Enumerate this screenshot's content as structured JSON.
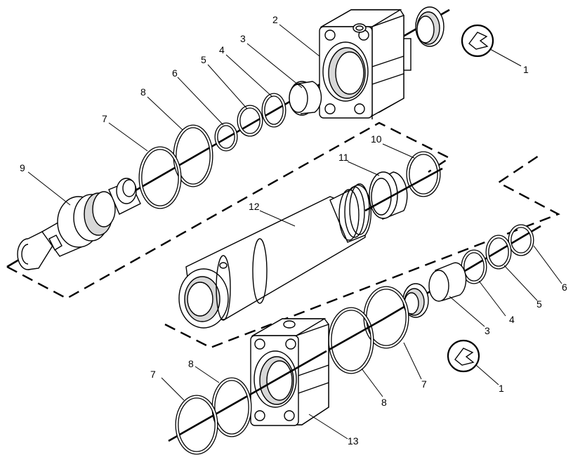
{
  "callouts": [
    {
      "id": "c1a",
      "text": "1"
    },
    {
      "id": "c2",
      "text": "2"
    },
    {
      "id": "c3a",
      "text": "3"
    },
    {
      "id": "c4a",
      "text": "4"
    },
    {
      "id": "c5a",
      "text": "5"
    },
    {
      "id": "c6a",
      "text": "6"
    },
    {
      "id": "c8a",
      "text": "8"
    },
    {
      "id": "c7a",
      "text": "7"
    },
    {
      "id": "c9",
      "text": "9"
    },
    {
      "id": "c10",
      "text": "10"
    },
    {
      "id": "c11",
      "text": "11"
    },
    {
      "id": "c12",
      "text": "12"
    },
    {
      "id": "c6b",
      "text": "6"
    },
    {
      "id": "c5b",
      "text": "5"
    },
    {
      "id": "c4b",
      "text": "4"
    },
    {
      "id": "c3b",
      "text": "3"
    },
    {
      "id": "c7b",
      "text": "7"
    },
    {
      "id": "c8b",
      "text": "8"
    },
    {
      "id": "c1b",
      "text": "1"
    },
    {
      "id": "c7c",
      "text": "7"
    },
    {
      "id": "c8c",
      "text": "8"
    },
    {
      "id": "c13",
      "text": "13"
    }
  ]
}
